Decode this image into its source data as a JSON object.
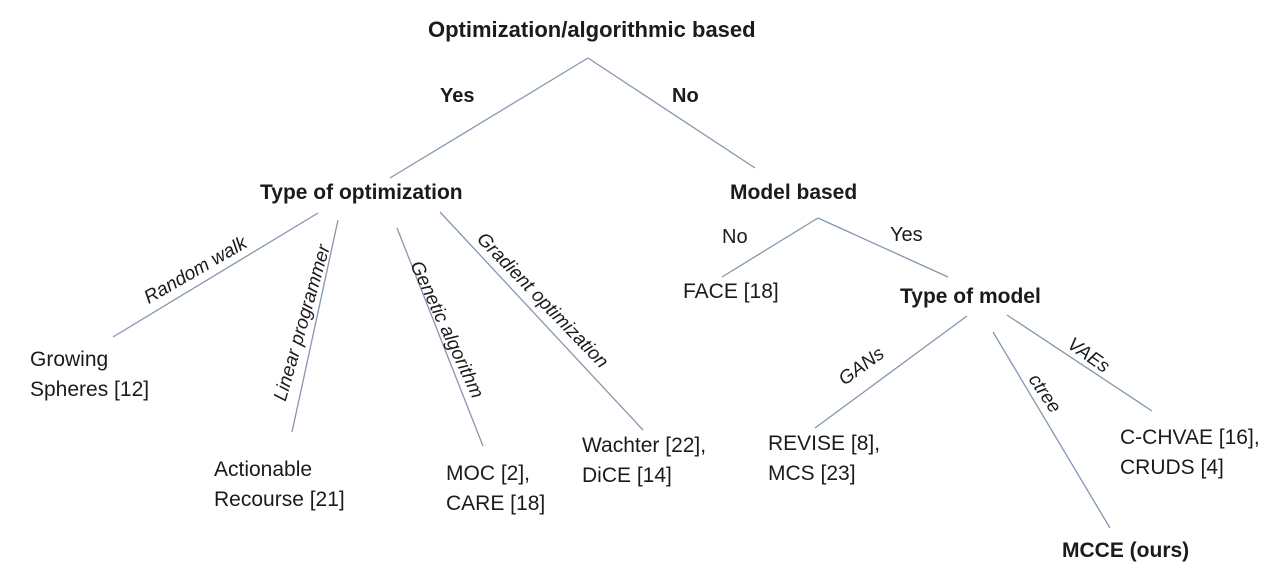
{
  "colors": {
    "background": "#ffffff",
    "line": "#8496b0",
    "text": "#1b1b1b"
  },
  "tree": {
    "root": "Optimization/algorithmic based",
    "root_yes": "Yes",
    "root_no": "No",
    "type_of_optimization": "Type of optimization",
    "model_based": "Model based",
    "model_no": "No",
    "model_yes": "Yes",
    "type_of_model": "Type of model",
    "edge_random_walk": "Random walk",
    "edge_linear_programmer": "Linear programmer",
    "edge_genetic_algorithm": "Genetic algorithm",
    "edge_gradient_optimization": "Gradient optimization",
    "edge_gans": "GANs",
    "edge_ctree": "ctree",
    "edge_vaes": "VAEs",
    "leaf_growing_spheres": "Growing\nSpheres [12]",
    "leaf_actionable_recourse": "Actionable\nRecourse [21]",
    "leaf_moc_care": "MOC [2],\nCARE [18]",
    "leaf_wachter_dice": "Wachter [22],\nDiCE [14]",
    "leaf_face": "FACE [18]",
    "leaf_revise_mcs": "REVISE [8],\nMCS [23]",
    "leaf_cchvae_cruds": "C-CHVAE [16],\nCRUDS [4]",
    "leaf_mcce": "MCCE (ours)"
  }
}
